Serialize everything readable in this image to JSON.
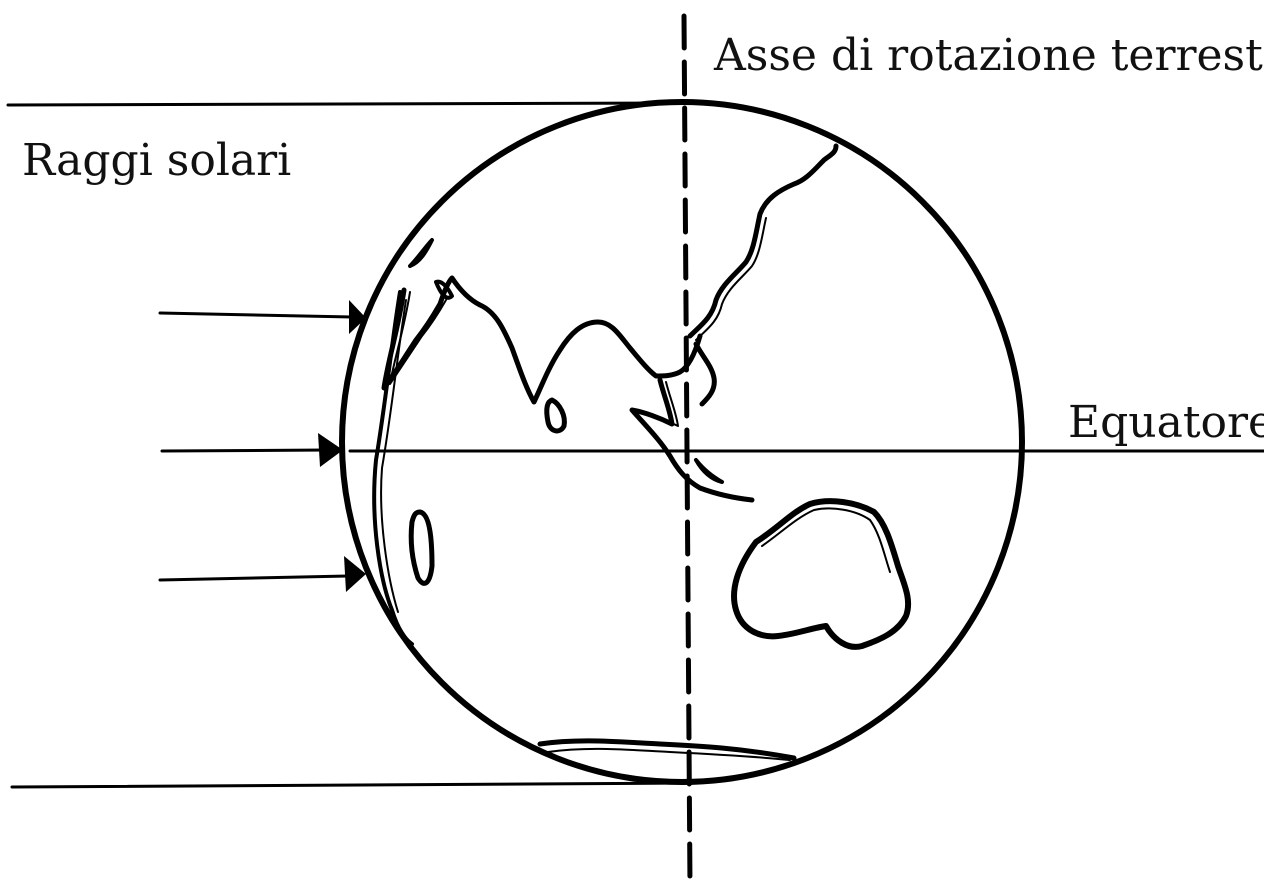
{
  "labels": {
    "axis": "Asse di rotazione terrestre",
    "rays": "Raggi solari",
    "equator": "Equatore"
  },
  "colors": {
    "ink": "#000000",
    "background": "#ffffff"
  }
}
